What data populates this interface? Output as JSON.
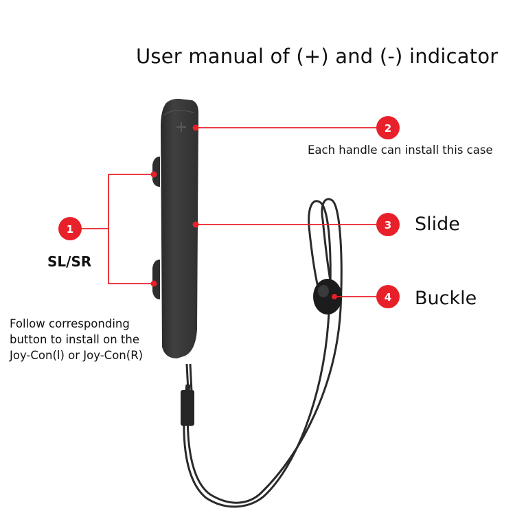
{
  "title": "User manual of (+) and (-) indicator",
  "callouts": [
    {
      "number": "1",
      "label": "SL/SR"
    },
    {
      "number": "2",
      "label": "Each handle can install this case"
    },
    {
      "number": "3",
      "label": "Slide"
    },
    {
      "number": "4",
      "label": "Buckle"
    }
  ],
  "note_lines": [
    "Follow corresponding",
    "button to install on the",
    "Joy-Con(l) or Joy-Con(R)"
  ],
  "icons": {
    "device_marking": "plus-icon"
  },
  "colors": {
    "accent": "#e8202a",
    "device": "#3a3a3a",
    "strap": "#2a2a2a"
  }
}
